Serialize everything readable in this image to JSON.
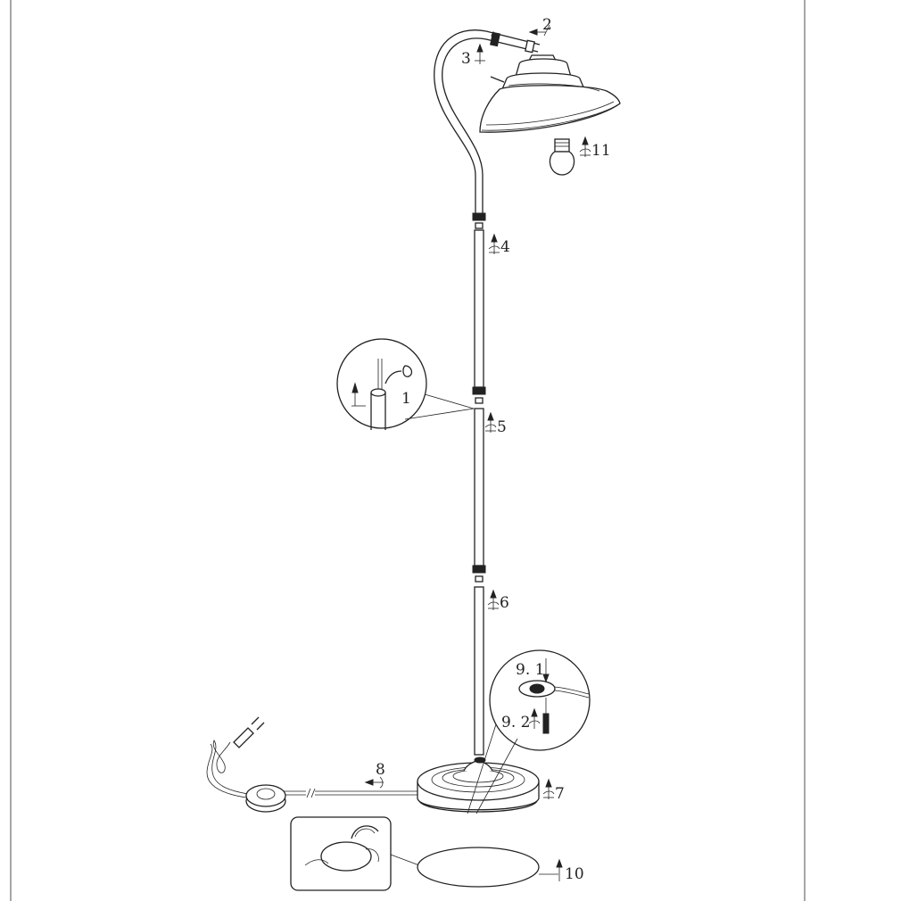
{
  "labels": {
    "s1": "1",
    "s2": "2",
    "s3": "3",
    "s4": "4",
    "s5": "5",
    "s6": "6",
    "s7": "7",
    "s8": "8",
    "s9_1": "9. 1",
    "s9_2": "9. 2",
    "s10": "10",
    "s11": "11"
  }
}
